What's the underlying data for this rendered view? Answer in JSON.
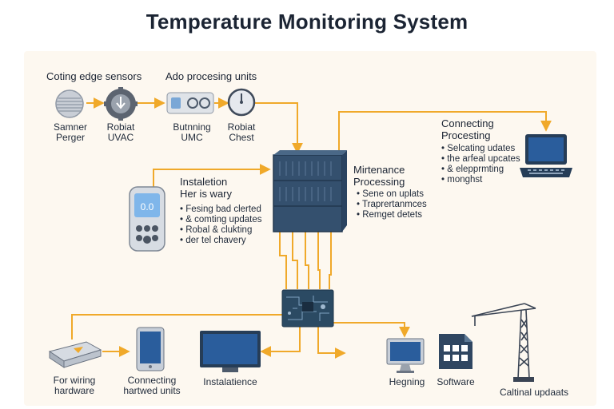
{
  "title": "Temperature Monitoring System",
  "colors": {
    "wire": "#f0a92a",
    "navy": "#2f4661",
    "screen": "#2a5d9c",
    "panel": "#fdf8f0"
  },
  "top_left": {
    "heading_sensors": "Coting edge sensors",
    "heading_units": "Ado procesing units",
    "nodes": [
      {
        "line1": "Samner",
        "line2": "Perger",
        "icon": "sensor-disc-icon"
      },
      {
        "line1": "Robiat",
        "line2": "UVAC",
        "icon": "gear-icon"
      },
      {
        "line1": "Butnning",
        "line2": "UMC",
        "icon": "control-unit-icon"
      },
      {
        "line1": "Robiat",
        "line2": "Chest",
        "icon": "gauge-icon"
      }
    ]
  },
  "installation": {
    "title1": "Instaletion",
    "title2": "Her is wary",
    "bullets": [
      "Fesing bad clerted",
      "& comting updates",
      "Robal & clukting",
      "der tel chavery"
    ],
    "device_reading": "0.0"
  },
  "maintenance": {
    "title1": "Mirtenance",
    "title2": "Processing",
    "bullets": [
      "Sene on uplats",
      "Traprertanmces",
      "Remget detets"
    ]
  },
  "connecting": {
    "title1": "Connecting",
    "title2": "Procesting",
    "bullets": [
      "Selcating udates",
      "the arfeal upcates",
      "& elepprmting",
      "monghst"
    ]
  },
  "bottom": [
    {
      "line1": "For wiring",
      "line2": "hardware",
      "icon": "hardware-unit-icon"
    },
    {
      "line1": "Connecting",
      "line2": "hartwed units",
      "icon": "tablet-icon"
    },
    {
      "line1": "Instalatience",
      "line2": "",
      "icon": "monitor-icon"
    },
    {
      "line1": "Hegning",
      "line2": "",
      "icon": "desktop-icon"
    },
    {
      "line1": "Software",
      "line2": "",
      "icon": "app-grid-icon"
    },
    {
      "line1": "Caltinal updaats",
      "line2": "",
      "icon": "crane-icon"
    }
  ]
}
